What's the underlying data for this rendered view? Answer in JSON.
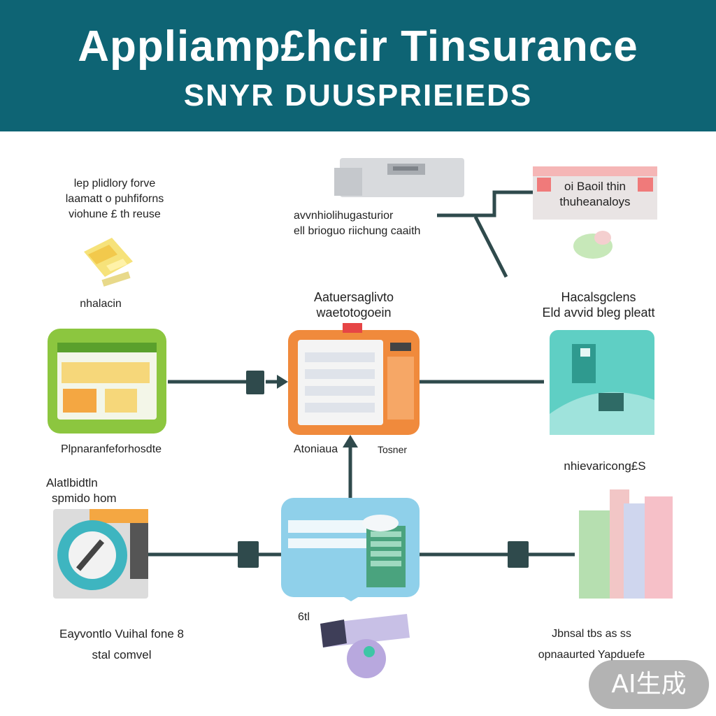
{
  "header": {
    "title": "Appliamp£hcir Tinsurance",
    "subtitle": "SNYR DUUSPRIEIEDS"
  },
  "labels": {
    "top_left": [
      "lep plidlory forve",
      "laamatt o puhfiforns",
      "viohune £ th reuse"
    ],
    "top_left_caption": "nhalacin",
    "top_center": [
      "avvnhiolihugasturior",
      "ell brioguo riichung caaith"
    ],
    "top_right_box": [
      "oi Baoil thin",
      "thuheanaloys"
    ],
    "center_top": [
      "Aatuersaglivto",
      "waetotogoein"
    ],
    "right_mid": [
      "Hacalsgclens",
      "Eld avvid bleg pleatt"
    ],
    "left_mid_caption": "Plpnaranfeforhosdte",
    "center_left_caption": "Atoniaua",
    "center_right_caption": "Tosner",
    "right_lower": "nhievaricong£S",
    "left_lower": [
      "Alatlbidtln",
      "spmido hom"
    ],
    "bottom_center": "6tl",
    "bottom_left": [
      "Eayvontlo Vuihal fone 8",
      "stal comvel"
    ],
    "bottom_right": [
      "Jbnsal tbs as ss",
      "opnaaurted Yapduefe"
    ]
  },
  "badge": "AI生成",
  "colors": {
    "banner": "#0e6474",
    "connector": "#2f4a4c",
    "green_node": "#8cc63f",
    "orange_node": "#f08a3c",
    "teal_node": "#5fcfc4",
    "blue_node": "#8fd0ea"
  }
}
